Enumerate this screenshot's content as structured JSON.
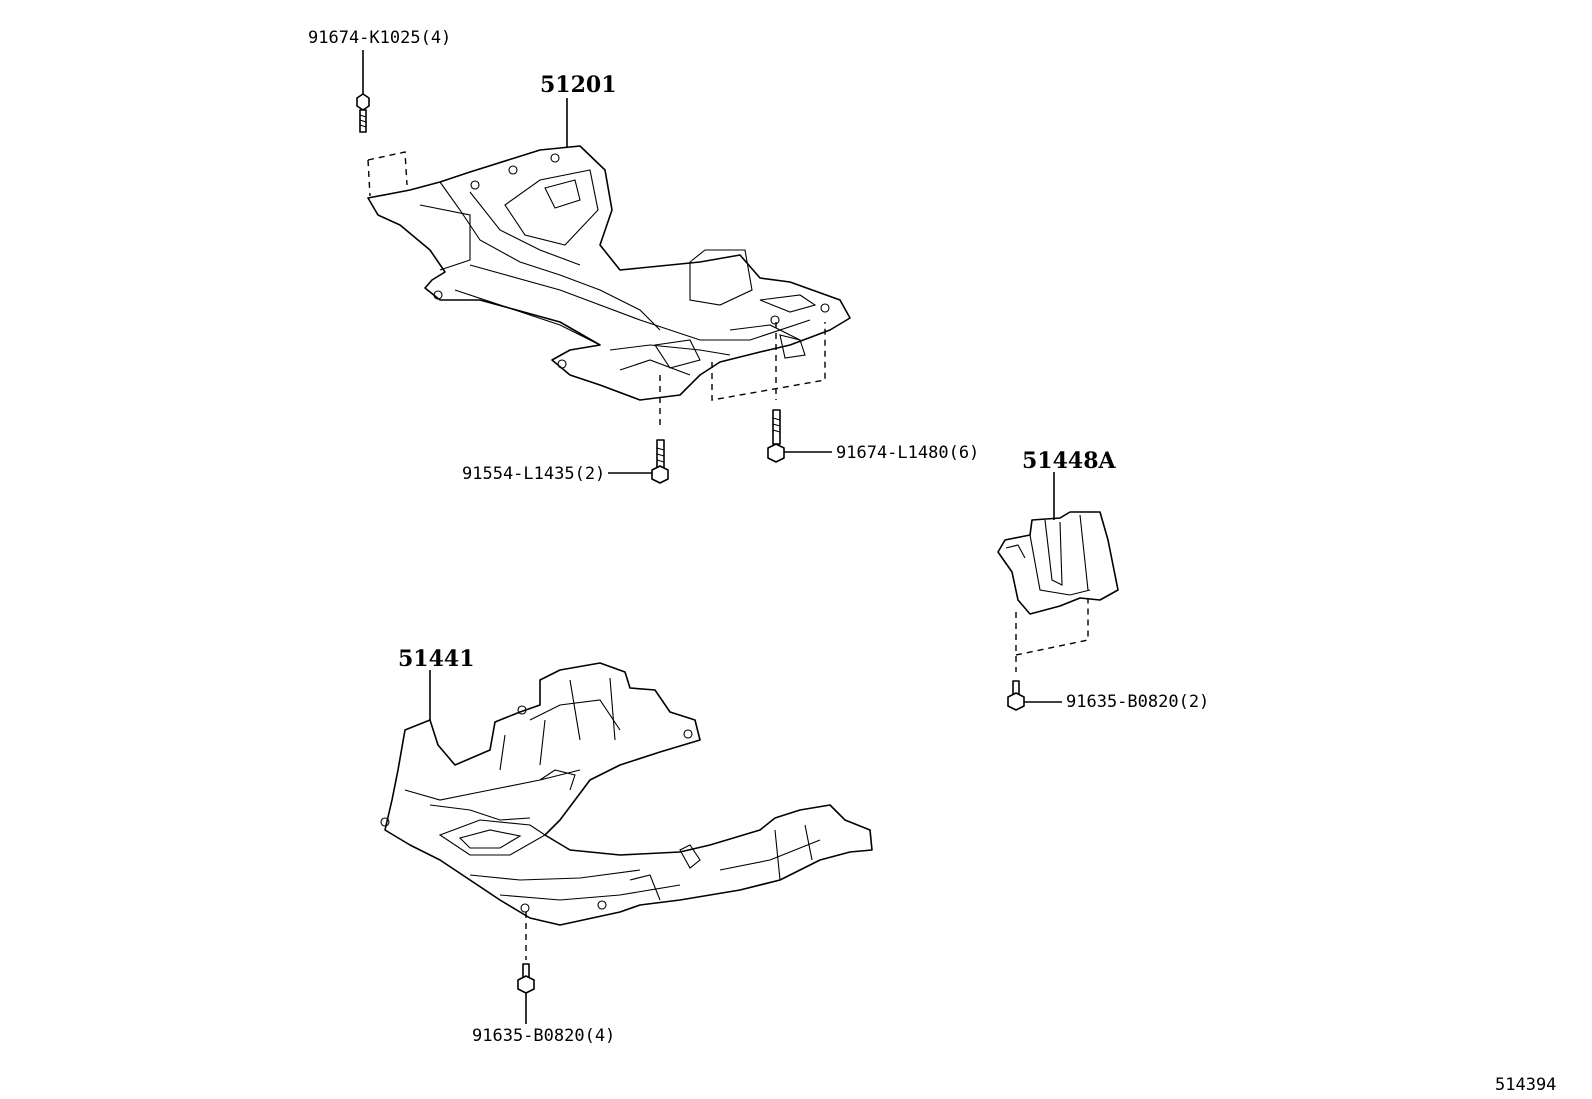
{
  "diagram": {
    "labels": {
      "frame": "51201",
      "bolt_top_left": "91674-K1025(4)",
      "bolt_center_front": "91554-L1435(2)",
      "bolt_center_right": "91674-L1480(6)",
      "side_cover": "51448A",
      "side_cover_bolt": "91635-B0820(2)",
      "under_cover": "51441",
      "under_cover_bolt": "91635-B0820(4)",
      "illustration_number": "514394"
    }
  }
}
